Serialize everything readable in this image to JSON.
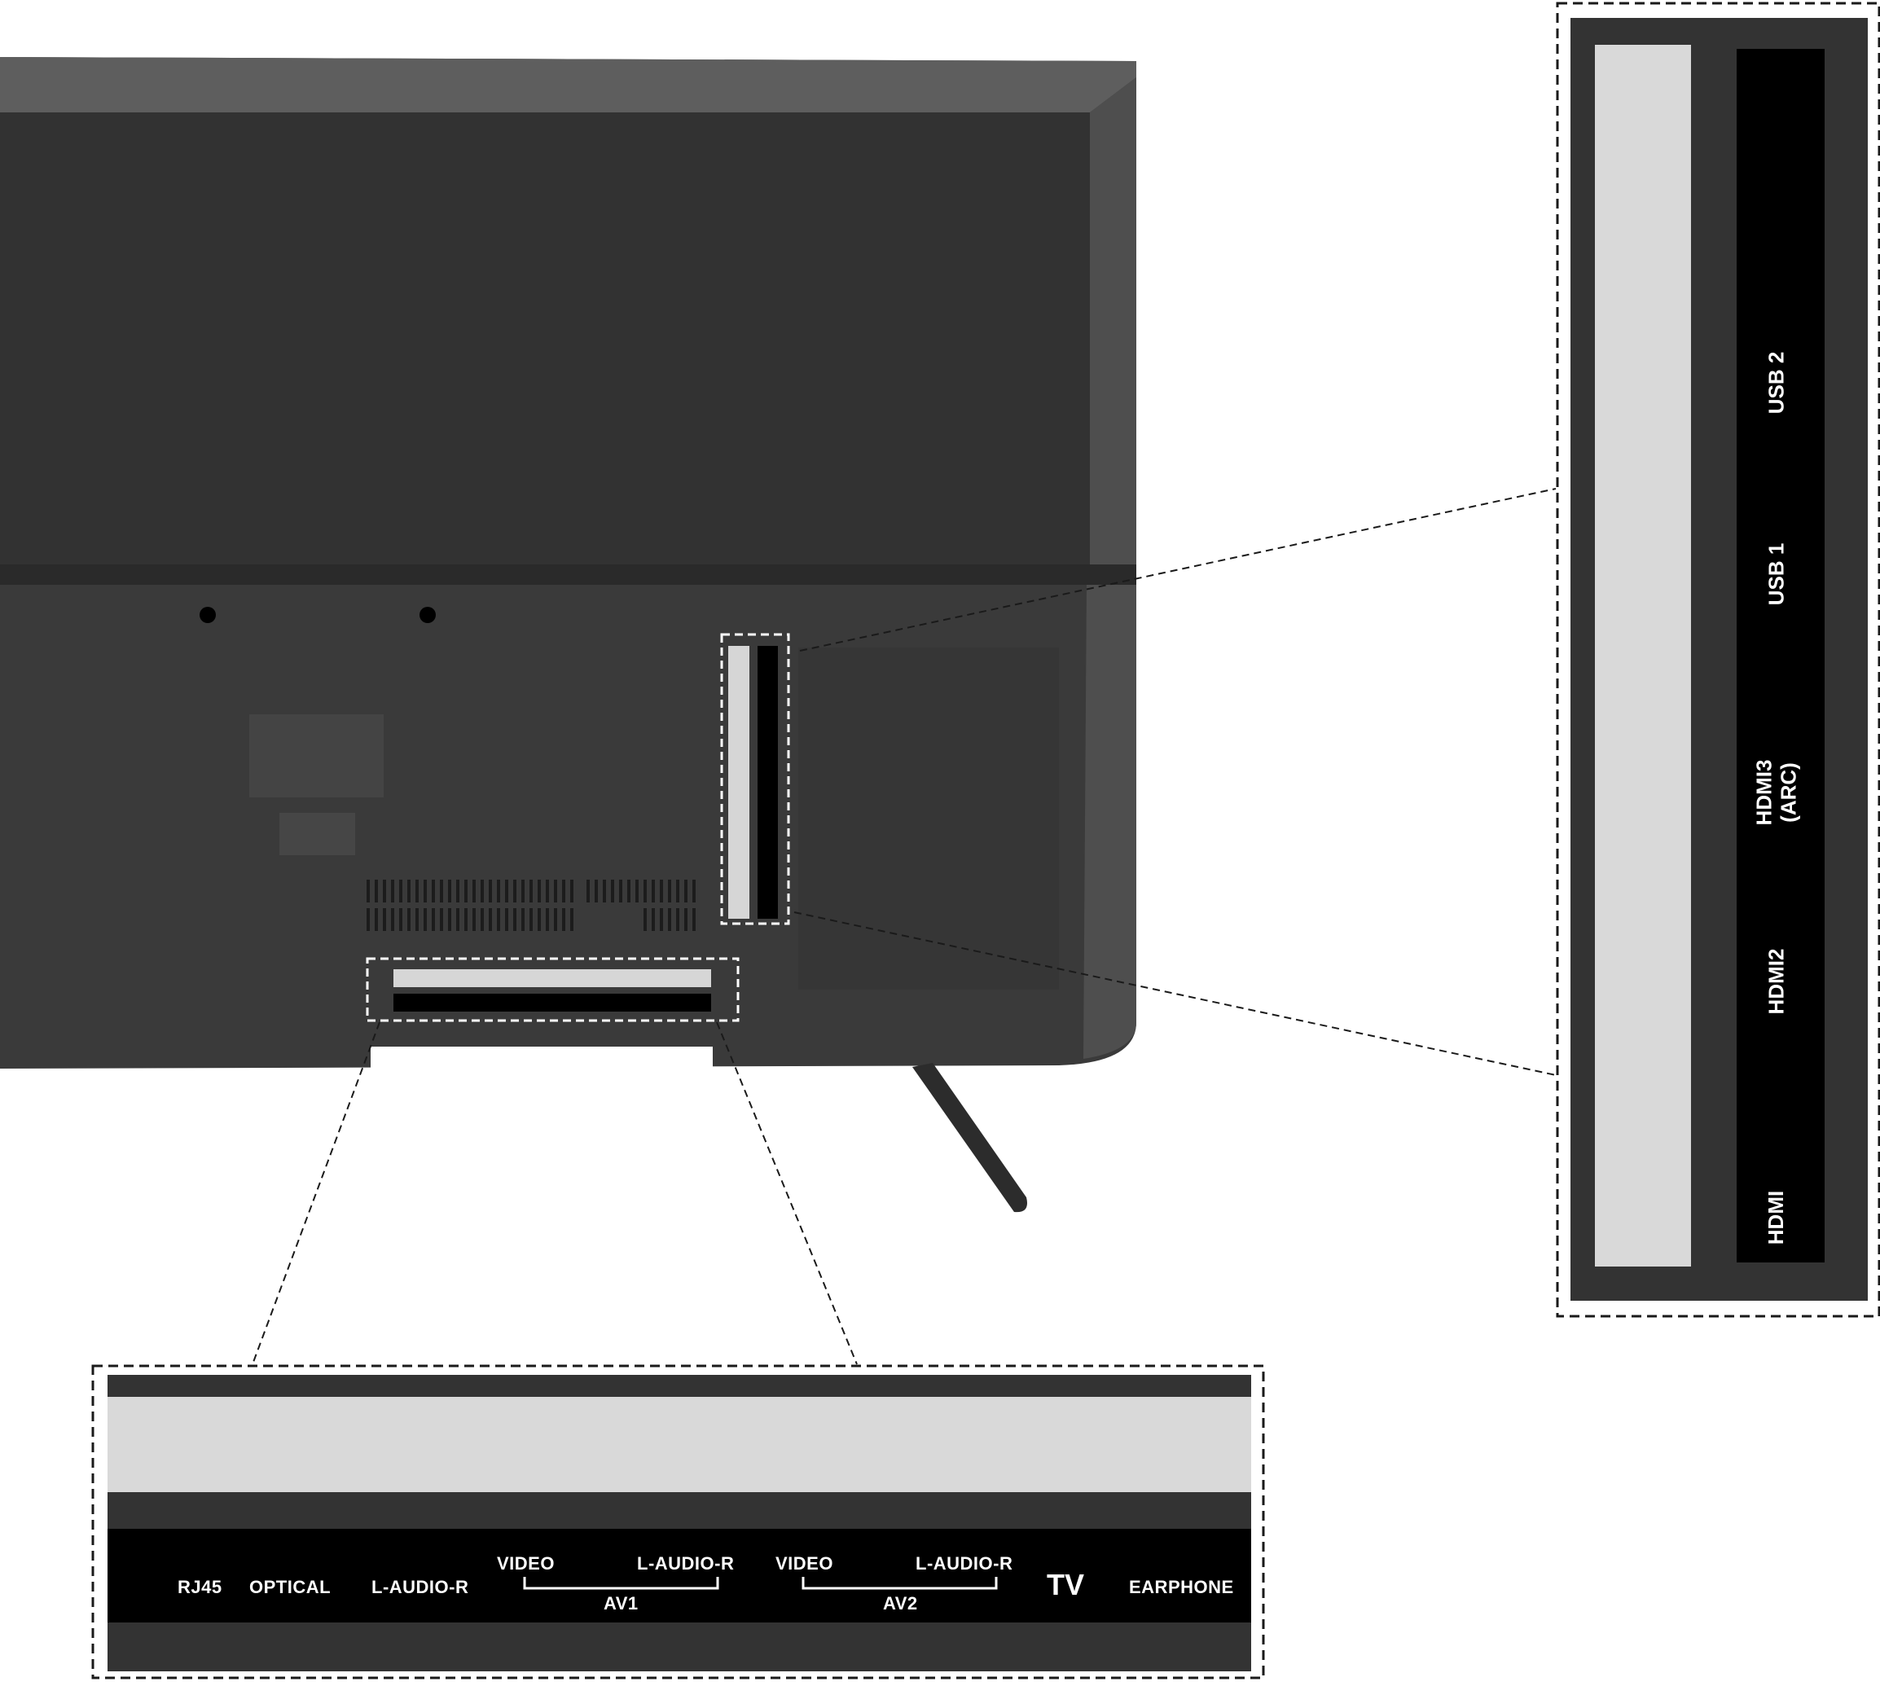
{
  "colors": {
    "tv_body": "#3a3a3a",
    "tv_top": "#5c5c5c",
    "panel_black": "#000000",
    "panel_light": "#d9d9d9",
    "dash": "#1a1a1a"
  },
  "side_panel": {
    "ports": [
      {
        "label": "USB 2"
      },
      {
        "label": "USB 1"
      },
      {
        "label": "HDMI3\n(ARC)"
      },
      {
        "label": "HDMI2"
      },
      {
        "label": "HDMI"
      }
    ]
  },
  "bottom_panel": {
    "rj45": "RJ45",
    "optical": "OPTICAL",
    "audio": "L-AUDIO-R",
    "av1": {
      "video": "VIDEO",
      "audio": "L-AUDIO-R",
      "group": "AV1"
    },
    "av2": {
      "video": "VIDEO",
      "audio": "L-AUDIO-R",
      "group": "AV2"
    },
    "tv": "TV",
    "earphone": "EARPHONE"
  }
}
